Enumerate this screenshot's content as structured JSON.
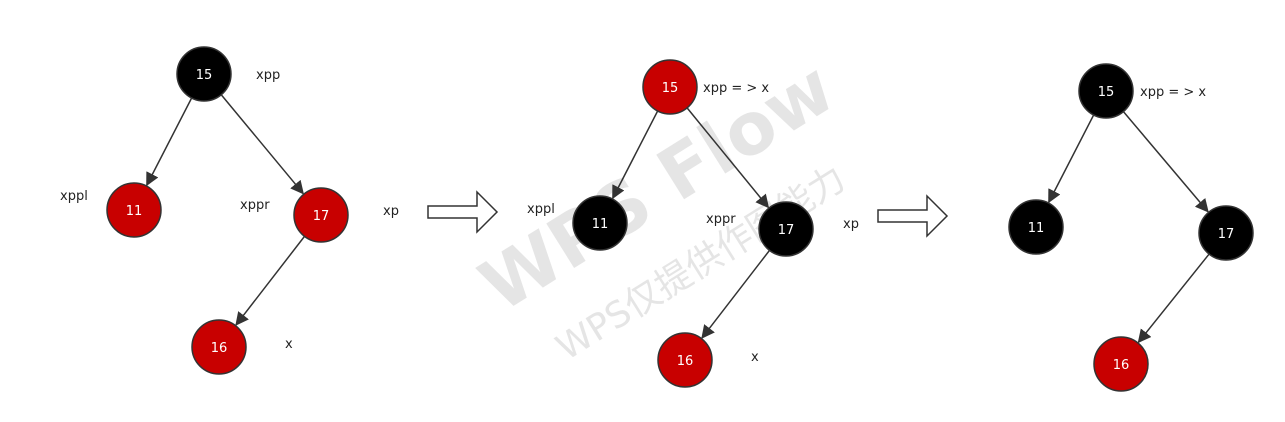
{
  "colors": {
    "red": "#c80000",
    "black": "#000000",
    "stroke": "#333333",
    "edge": "#333333",
    "label": "#222222",
    "watermark": "#d0d0d0"
  },
  "watermark": {
    "line1": "WPS Flow",
    "line2": "WPS仅提供作图能力"
  },
  "steps": [
    {
      "nodes": [
        {
          "id": "n15",
          "label": "15",
          "color": "black"
        },
        {
          "id": "n11",
          "label": "11",
          "color": "red"
        },
        {
          "id": "n17",
          "label": "17",
          "color": "red"
        },
        {
          "id": "n16",
          "label": "16",
          "color": "red"
        }
      ],
      "edges": [
        [
          "n15",
          "n11"
        ],
        [
          "n15",
          "n17"
        ],
        [
          "n17",
          "n16"
        ]
      ],
      "annotations": [
        {
          "id": "a-xpp",
          "text": "xpp"
        },
        {
          "id": "a-xppl",
          "text": "xppl"
        },
        {
          "id": "a-xppr",
          "text": "xppr"
        },
        {
          "id": "a-xp",
          "text": "xp"
        },
        {
          "id": "a-x",
          "text": "x"
        }
      ]
    },
    {
      "nodes": [
        {
          "id": "n15",
          "label": "15",
          "color": "red"
        },
        {
          "id": "n11",
          "label": "11",
          "color": "black"
        },
        {
          "id": "n17",
          "label": "17",
          "color": "black"
        },
        {
          "id": "n16",
          "label": "16",
          "color": "red"
        }
      ],
      "edges": [
        [
          "n15",
          "n11"
        ],
        [
          "n15",
          "n17"
        ],
        [
          "n17",
          "n16"
        ]
      ],
      "annotations": [
        {
          "id": "a-xpp",
          "text": "xpp = > x"
        },
        {
          "id": "a-xppl",
          "text": "xppl"
        },
        {
          "id": "a-xppr",
          "text": "xppr"
        },
        {
          "id": "a-xp",
          "text": "xp"
        },
        {
          "id": "a-x",
          "text": "x"
        }
      ]
    },
    {
      "nodes": [
        {
          "id": "n15",
          "label": "15",
          "color": "black"
        },
        {
          "id": "n11",
          "label": "11",
          "color": "black"
        },
        {
          "id": "n17",
          "label": "17",
          "color": "black"
        },
        {
          "id": "n16",
          "label": "16",
          "color": "red"
        }
      ],
      "edges": [
        [
          "n15",
          "n11"
        ],
        [
          "n15",
          "n17"
        ],
        [
          "n17",
          "n16"
        ]
      ],
      "annotations": [
        {
          "id": "a-xpp",
          "text": "xpp = > x"
        }
      ]
    }
  ]
}
